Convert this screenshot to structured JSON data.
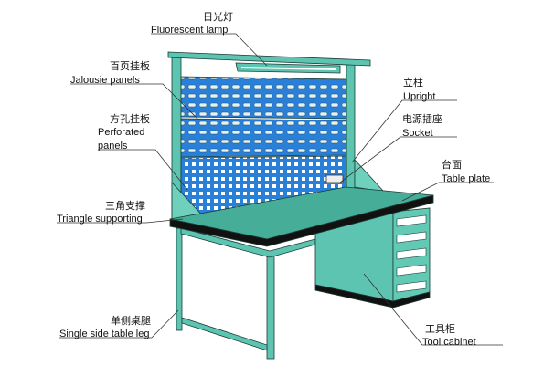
{
  "colors": {
    "frame": "#5cc4b0",
    "frame_dark": "#3e9e8c",
    "panel": "#2a7fd6",
    "top": "#45ad98",
    "edge": "#111111"
  },
  "labels": {
    "lamp": {
      "zh": "日光灯",
      "en": "Fluorescent lamp"
    },
    "jalousie": {
      "zh": "百页挂板",
      "en": "Jalousie panels"
    },
    "perforated": {
      "zh": "方孔挂板",
      "en1": "Perforated",
      "en2": "panels"
    },
    "upright": {
      "zh": "立柱",
      "en": "Upright"
    },
    "socket": {
      "zh": "电源插座",
      "en": "Socket"
    },
    "table_plate": {
      "zh": "台面",
      "en": "Table plate"
    },
    "triangle": {
      "zh": "三角支撑",
      "en": "Triangle supporting"
    },
    "leg": {
      "zh": "单侧桌腿",
      "en": "Single side table leg"
    },
    "cabinet": {
      "zh": "工具柜",
      "en": "Tool cabinet"
    }
  }
}
